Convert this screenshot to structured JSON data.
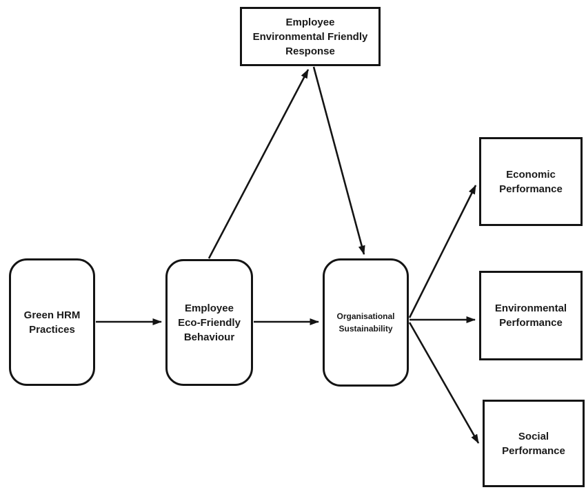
{
  "diagram": {
    "description": "Conceptual framework linking Green HRM practices to organisational sustainability and performance outcomes",
    "nodes": {
      "response": {
        "label": "Employee\nEnvironmental Friendly\nResponse",
        "shape": "rectangle"
      },
      "hrm": {
        "label": "Green HRM\nPractices",
        "shape": "rounded-rectangle"
      },
      "eco": {
        "label": "Employee\nEco-Friendly\nBehaviour",
        "shape": "rounded-rectangle"
      },
      "orgsus": {
        "label": "Organisational\nSustainability",
        "shape": "rounded-rectangle"
      },
      "economic": {
        "label": "Economic\nPerformance",
        "shape": "rectangle"
      },
      "environmental": {
        "label": "Environmental\nPerformance",
        "shape": "rectangle"
      },
      "social": {
        "label": "Social\nPerformance",
        "shape": "rectangle"
      }
    },
    "edges": [
      {
        "from": "hrm",
        "to": "eco",
        "style": "arrow"
      },
      {
        "from": "eco",
        "to": "response",
        "style": "arrow"
      },
      {
        "from": "response",
        "to": "orgsus",
        "style": "arrow"
      },
      {
        "from": "eco",
        "to": "orgsus",
        "style": "arrow"
      },
      {
        "from": "orgsus",
        "to": "economic",
        "style": "arrow"
      },
      {
        "from": "orgsus",
        "to": "environmental",
        "style": "arrow"
      },
      {
        "from": "orgsus",
        "to": "social",
        "style": "arrow"
      }
    ]
  },
  "colors": {
    "background": "#ffffff",
    "line": "#141414",
    "text": "#1a1a1a"
  }
}
